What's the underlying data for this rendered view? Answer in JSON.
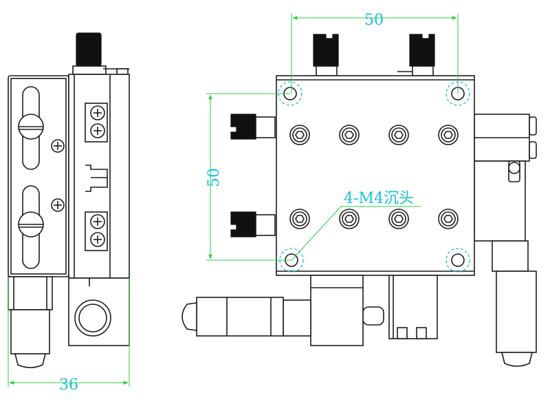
{
  "labels": {
    "dim_width_top": "50",
    "dim_height_left": "50",
    "dim_side_width": "36",
    "hole_callout": "4-M4沉头"
  },
  "colors": {
    "line": "#1a1a1a",
    "dimension_line": "#2ecc40",
    "dimension_text": "#17c1d6",
    "background": "#ffffff"
  }
}
